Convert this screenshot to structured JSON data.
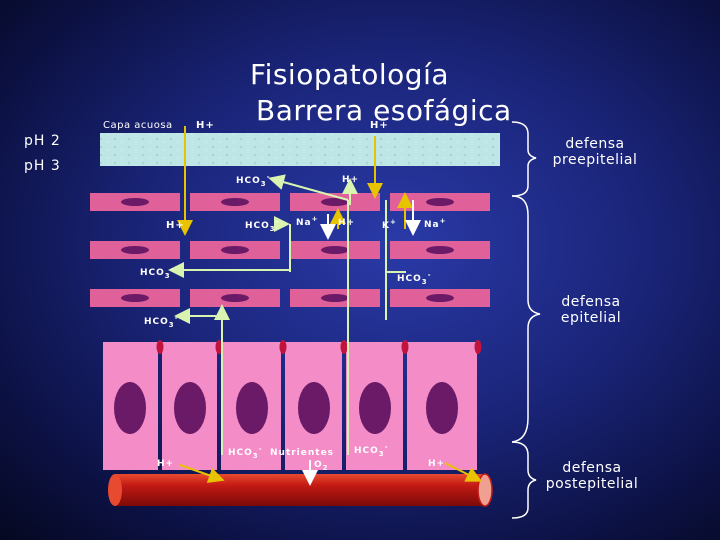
{
  "title_line1": "Fisiopatología",
  "title_line2": "Barrera esofágica",
  "labels": {
    "ph2": "pH 2",
    "ph3": "pH 3",
    "capa_acuosa": "Capa acuosa",
    "h_plus": "H+",
    "hco3": "HCO",
    "na_plus": "Na",
    "k_plus": "K",
    "nutrientes": "Nutrientes",
    "o2": "O"
  },
  "sections": {
    "preepitelial_1": "defensa",
    "preepitelial_2": "preepitelial",
    "epitelial_1": "defensa",
    "epitelial_2": "epitelial",
    "postepitelial_1": "defensa",
    "postepitelial_2": "postepitelial"
  },
  "colors": {
    "mucus": "#bfe6e6",
    "cell_flat": "#e0609a",
    "cell_column": "#f48cc8",
    "nucleus": "#6a1a66",
    "junction": "#c0143c",
    "vessel": "#c41a14",
    "arrow_yellow": "#e8c400",
    "arrow_green": "#d8f4b0",
    "arrow_white": "#ffffff"
  }
}
